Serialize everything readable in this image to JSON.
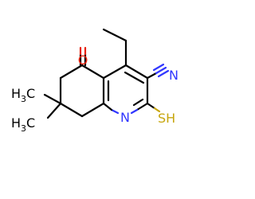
{
  "molecule": {
    "atoms": {
      "oxygen": "O",
      "nitrile_nitrogen": "N",
      "ring_nitrogen": "N",
      "thiol": "SH",
      "methyl_upper_h": "H",
      "methyl_upper_count": "3",
      "methyl_upper_c": "C",
      "methyl_lower_h": "H",
      "methyl_lower_count": "3",
      "methyl_lower_c": "C"
    }
  },
  "colors": {
    "carbon_bond": "#000000",
    "oxygen": "#e8210c",
    "nitrogen": "#3137ff",
    "sulfur": "#c7a60e",
    "background": "#ffffff"
  }
}
